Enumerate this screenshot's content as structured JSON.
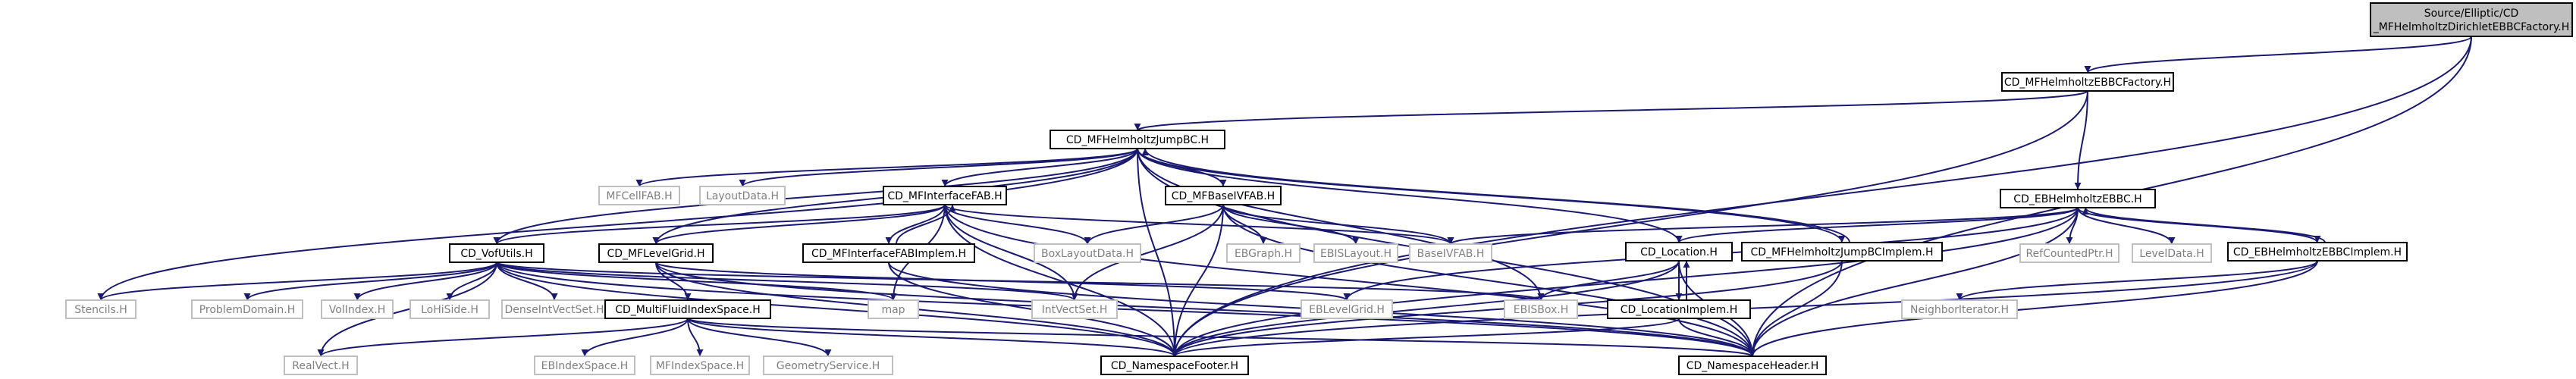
{
  "graph": {
    "root": [
      "Source/Elliptic/CD",
      "_MFHelmholtzDirichletEBBCFactory.H"
    ],
    "nodes": {
      "factory": "CD_MFHelmholtzEBBCFactory.H",
      "jumpbc": "CD_MFHelmholtzJumpBC.H",
      "ebhelm": "CD_EBHelmholtzEBBC.H",
      "ebhelmimpl": "CD_EBHelmholtzEBBCImplem.H",
      "mfcellfab": "MFCellFAB.H",
      "layoutdata": "LayoutData.H",
      "mfinterface": "CD_MFInterfaceFAB.H",
      "mfbaseivfab": "CD_MFBaseIVFAB.H",
      "location": "CD_Location.H",
      "jumpbcimpl": "CD_MFHelmholtzJumpBCImplem.H",
      "vofutils": "CD_VofUtils.H",
      "mflevelgrid": "CD_MFLevelGrid.H",
      "mfinterfaceimpl": "CD_MFInterfaceFABImplem.H",
      "boxlayoutdata": "BoxLayoutData.H",
      "ebgraph": "EBGraph.H",
      "ebislayout": "EBISLayout.H",
      "baseivfab": "BaseIVFAB.H",
      "refcounted": "RefCountedPtr.H",
      "leveldata": "LevelData.H",
      "stencils": "Stencils.H",
      "problemdomain": "ProblemDomain.H",
      "volindex": "VolIndex.H",
      "loside": "LoHiSide.H",
      "denseintvectset": "DenseIntVectSet.H",
      "multifluid": "CD_MultiFluidIndexSpace.H",
      "map": "map",
      "intvectset": "IntVectSet.H",
      "eblevelgrid": "EBLevelGrid.H",
      "ebisbox": "EBISBox.H",
      "locationimpl": "CD_LocationImplem.H",
      "neighbor": "NeighborIterator.H",
      "realvect": "RealVect.H",
      "ebindexspace": "EBIndexSpace.H",
      "mfindexspace": "MFIndexSpace.H",
      "geometryservice": "GeometryService.H",
      "nsfooter": "CD_NamespaceFooter.H",
      "nsheader": "CD_NamespaceHeader.H"
    }
  },
  "colors": {
    "root_fill": "#bfbfbf",
    "documented_border": "#000000",
    "external_border": "#bfbfbf",
    "external_text": "#808080",
    "edge": "#191970"
  }
}
